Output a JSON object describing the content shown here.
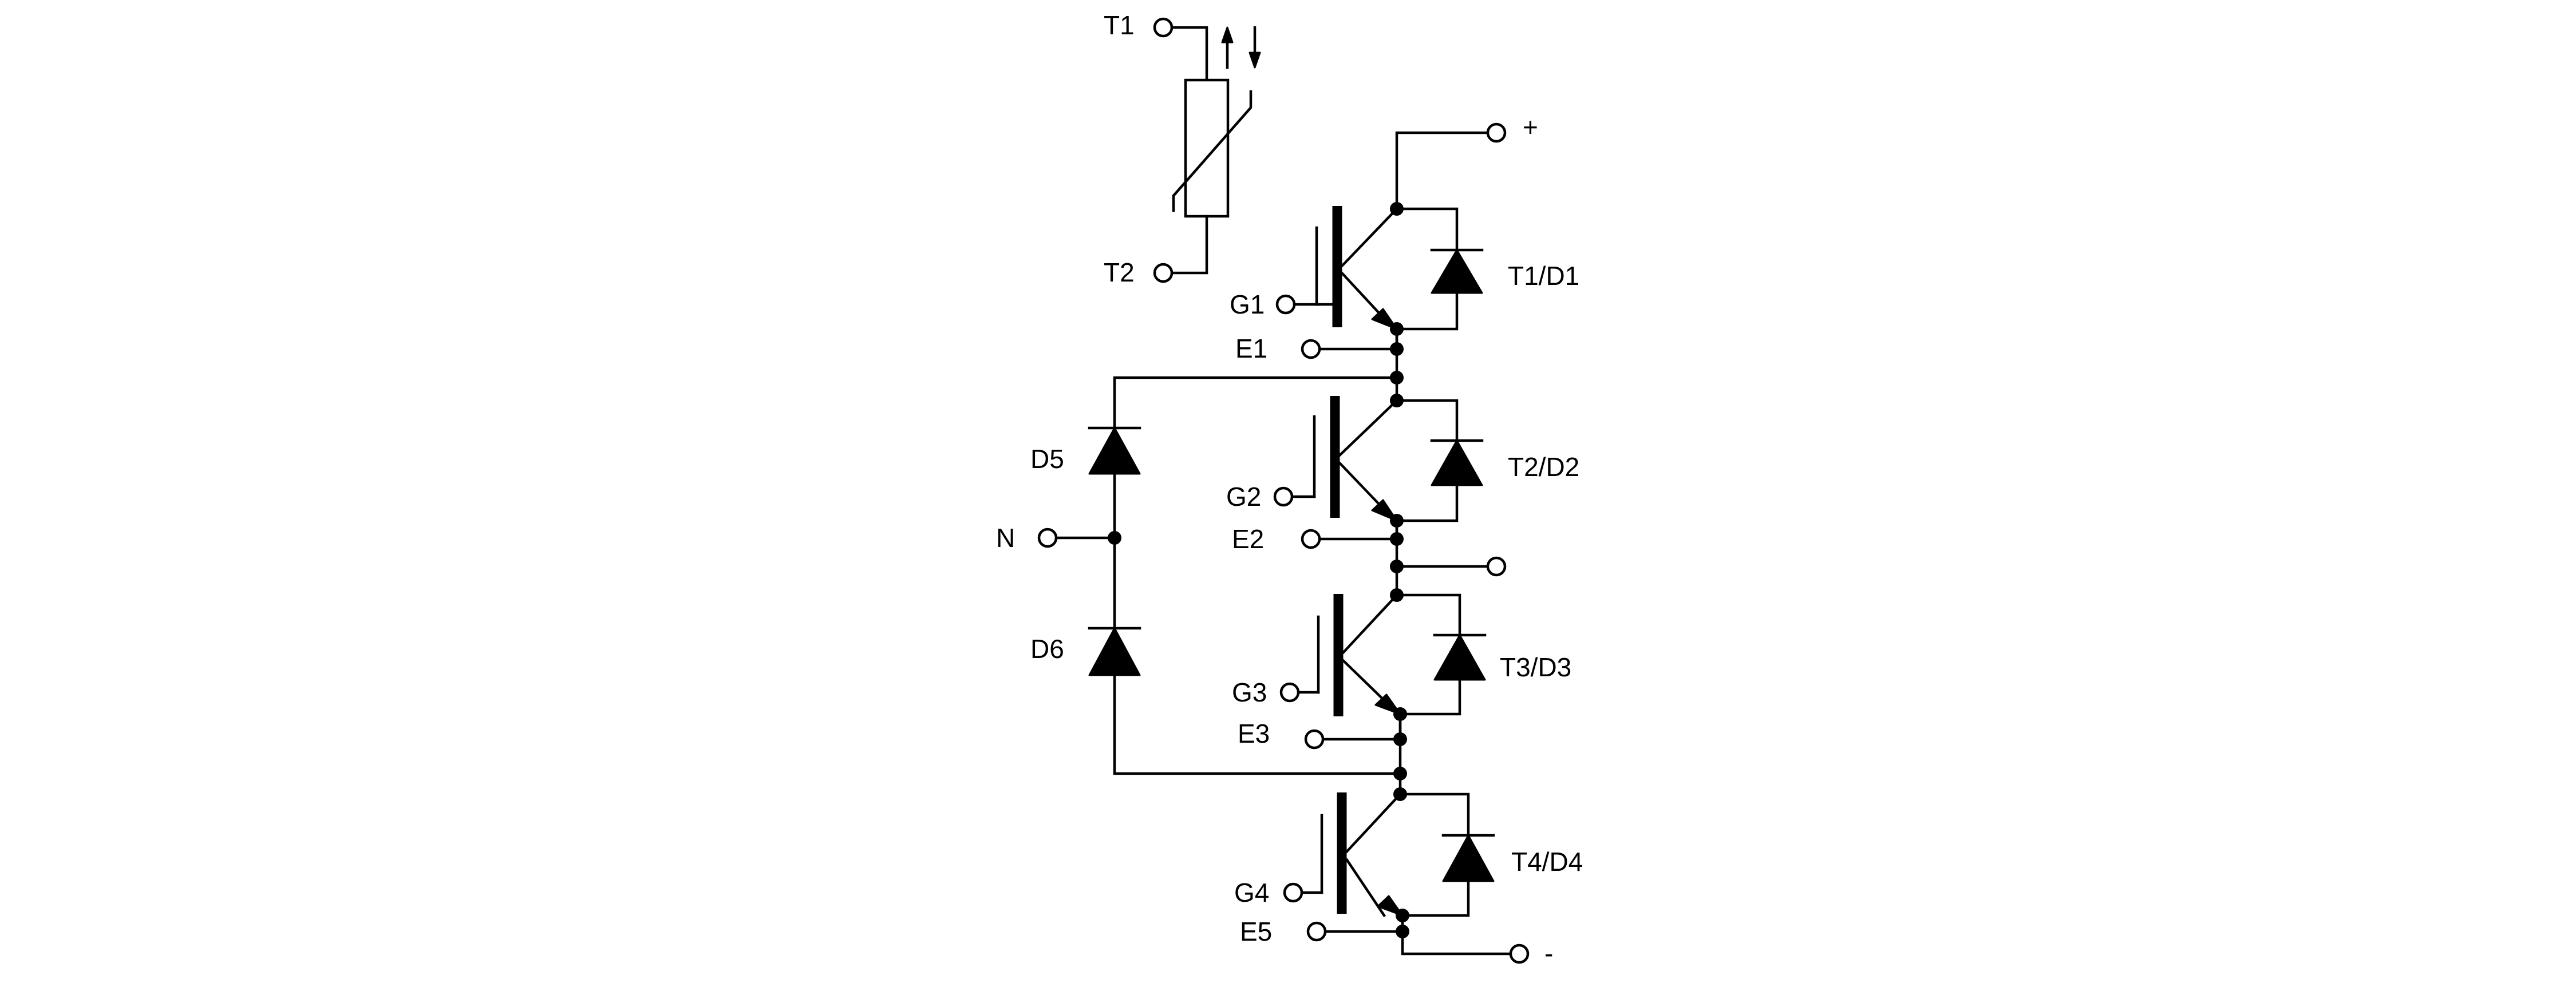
{
  "labels": {
    "T1": "T1",
    "T2": "T2",
    "plus": "+",
    "minus": "-",
    "N": "N",
    "D5": "D5",
    "D6": "D6",
    "G1": "G1",
    "E1": "E1",
    "T1D1": "T1/D1",
    "G2": "G2",
    "E2": "E2",
    "T2D2": "T2/D2",
    "G3": "G3",
    "E3": "E3",
    "T3D3": "T3/D3",
    "G4": "G4",
    "E5": "E5",
    "T4D4": "T4/D4"
  }
}
